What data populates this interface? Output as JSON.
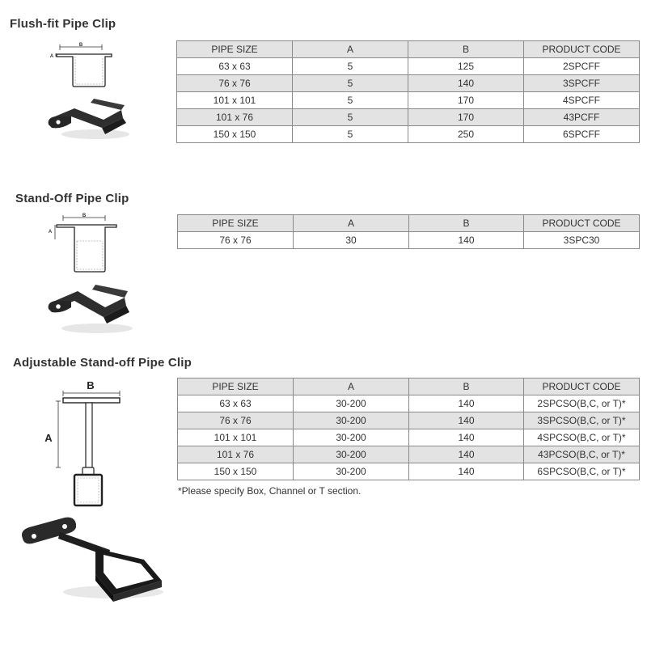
{
  "sections": [
    {
      "title": "Flush-fit Pipe Clip",
      "diagram_labels": {
        "a": "A",
        "b": "B"
      },
      "columns": [
        "PIPE SIZE",
        "A",
        "B",
        "PRODUCT CODE"
      ],
      "rows": [
        [
          "63 x 63",
          "5",
          "125",
          "2SPCFF"
        ],
        [
          "76 x 76",
          "5",
          "140",
          "3SPCFF"
        ],
        [
          "101 x 101",
          "5",
          "170",
          "4SPCFF"
        ],
        [
          "101 x 76",
          "5",
          "170",
          "43PCFF"
        ],
        [
          "150 x 150",
          "5",
          "250",
          "6SPCFF"
        ]
      ]
    },
    {
      "title": "Stand-Off Pipe Clip",
      "diagram_labels": {
        "a": "A",
        "b": "B"
      },
      "columns": [
        "PIPE SIZE",
        "A",
        "B",
        "PRODUCT CODE"
      ],
      "rows": [
        [
          "76 x 76",
          "30",
          "140",
          "3SPC30"
        ]
      ]
    },
    {
      "title": "Adjustable Stand-off Pipe Clip",
      "diagram_labels": {
        "a": "A",
        "b": "B"
      },
      "columns": [
        "PIPE SIZE",
        "A",
        "B",
        "PRODUCT CODE"
      ],
      "rows": [
        [
          "63 x 63",
          "30-200",
          "140",
          "2SPCSO(B,C, or T)*"
        ],
        [
          "76 x 76",
          "30-200",
          "140",
          "3SPCSO(B,C, or T)*"
        ],
        [
          "101 x 101",
          "30-200",
          "140",
          "4SPCSO(B,C, or T)*"
        ],
        [
          "101 x 76",
          "30-200",
          "140",
          "43PCSO(B,C, or T)*"
        ],
        [
          "150 x 150",
          "30-200",
          "140",
          "6SPCSO(B,C, or T)*"
        ]
      ],
      "note": "*Please specify Box, Channel or T section."
    }
  ]
}
